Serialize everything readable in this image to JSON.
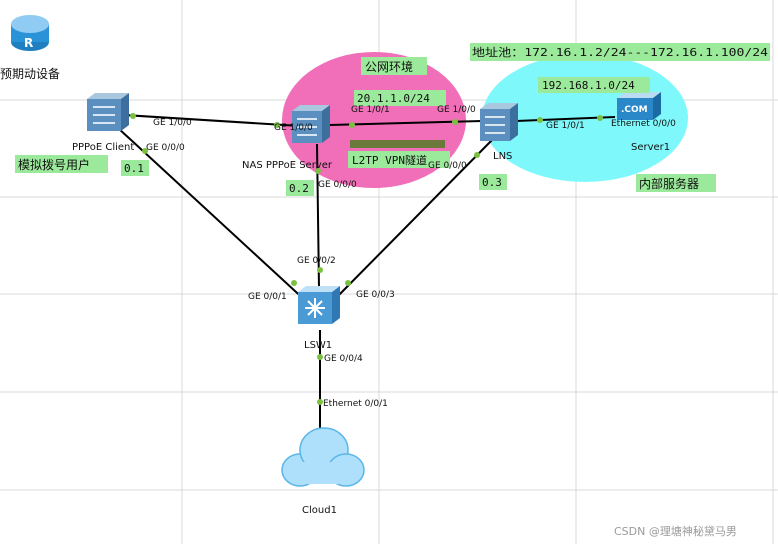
{
  "colors": {
    "public_zone": "#f06fb8",
    "internal_zone": "#7ff8fb",
    "label_bg": "#9be99b",
    "tunnel_bar": "#6b7a3a",
    "link": "#000000",
    "port_dot": "#7ac142",
    "grid": "#d9d9d9"
  },
  "legend": {
    "device_label": "预期动设备",
    "icon": "router-icon"
  },
  "zones": {
    "public": "公网环境",
    "internal": "内部服务器"
  },
  "annotations": {
    "address_pool": "地址池：172.16.1.2/24---172.16.1.100/24",
    "public_net": "20.1.1.0/24",
    "internal_net": "192.168.1.0/24",
    "tunnel": "L2TP VPN隧道",
    "client_role": "模拟拨号用户",
    "client_ip": "0.1",
    "nas_ip": "0.2",
    "lns_ip": "0.3"
  },
  "devices": {
    "client": {
      "name": "PPPoE Client",
      "icon": "firewall-icon"
    },
    "nas": {
      "name": "NAS PPPoE Server",
      "icon": "firewall-icon"
    },
    "lns": {
      "name": "LNS",
      "icon": "firewall-icon"
    },
    "server": {
      "name": "Server1",
      "icon": "server-icon",
      "badge": ".COM"
    },
    "switch": {
      "name": "LSW1",
      "icon": "switch-icon"
    },
    "cloud": {
      "name": "Cloud1",
      "icon": "cloud-icon"
    }
  },
  "ports": {
    "client_to_nas": "GE 1/0/0",
    "client_to_sw": "GE 0/0/0",
    "nas_to_client": "GE 1/0/0",
    "nas_to_lns": "GE 1/0/1",
    "nas_to_sw": "GE 0/0/0",
    "lns_to_nas": "GE 1/0/0",
    "lns_to_server": "GE 1/0/1",
    "lns_to_sw": "GE 0/0/0",
    "server_eth": "Ethernet 0/0/0",
    "sw_to_client": "GE 0/0/1",
    "sw_to_nas": "GE 0/0/2",
    "sw_to_lns": "GE 0/0/3",
    "sw_to_cloud": "GE 0/0/4",
    "cloud_eth": "Ethernet 0/0/1"
  },
  "watermark": "CSDN @理塘神秘黛马男"
}
